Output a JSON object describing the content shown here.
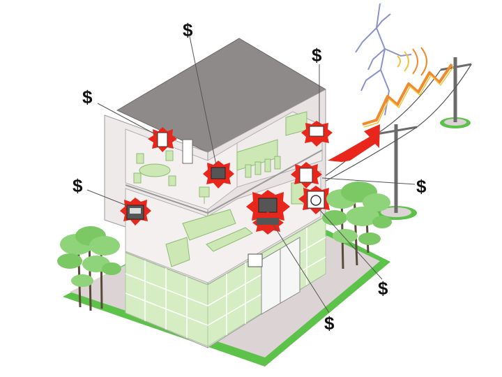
{
  "markers": [
    {
      "id": "top-center",
      "label": "$"
    },
    {
      "id": "upper-left",
      "label": "$"
    },
    {
      "id": "upper-right",
      "label": "$"
    },
    {
      "id": "mid-left",
      "label": "$"
    },
    {
      "id": "mid-right",
      "label": "$"
    },
    {
      "id": "lower-right",
      "label": "$"
    },
    {
      "id": "bottom-center",
      "label": "$"
    }
  ],
  "colors": {
    "wall": "#efeaea",
    "wall_shadow": "#d9d3d3",
    "roof": "#8e8a8a",
    "glass": "#d6edc4",
    "furniture": "#cde8b4",
    "furniture_edge": "#8dbb73",
    "lawn": "#5cc24a",
    "lawn_inner": "#dcd4d4",
    "tree_leaf": "#8fd47a",
    "tree_trunk": "#5a4a3a",
    "surge_red": "#e8261b",
    "arrow_red": "#e8261b",
    "wave_orange": "#f08a2c",
    "wave_yellow": "#f2c43d",
    "lightning": "#8c93cc",
    "pole": "#6b6b6b"
  }
}
